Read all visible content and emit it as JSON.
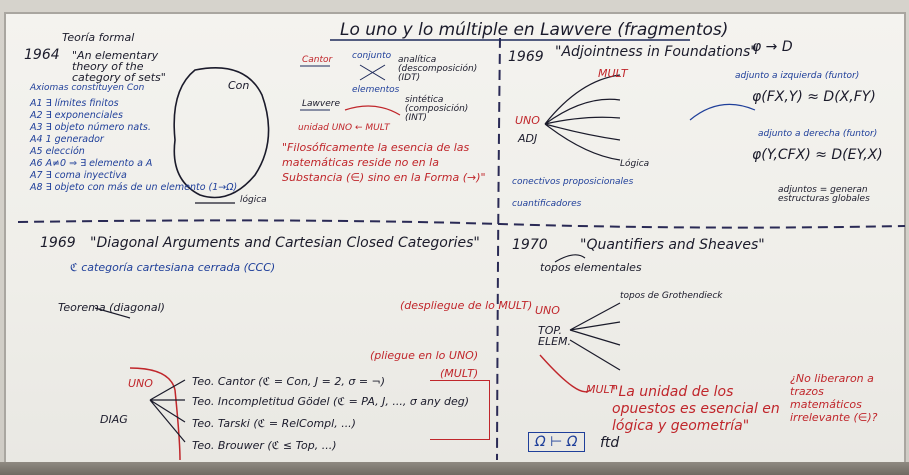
{
  "title": "Lo uno y lo múltiple en Lawvere (fragmentos)",
  "top_left": {
    "year": "1964",
    "paper": "\"An elementary theory of the category of sets\"",
    "corner": "Teoría formal",
    "axioms_header": "Axiomas constituyen Con",
    "axioms": [
      "A1 ∃ límites finitos",
      "A2 ∃ exponenciales",
      "A3 ∃ objeto número nats.",
      "A4 1 generador",
      "A5 elección",
      "A6 A≠0 ⇒ ∃ elemento a A",
      "A7 ∃ coma inyectiva",
      "A8 ∃ objeto con más de un elemento (1→Ω)"
    ],
    "con_label": "Con",
    "logic_label": "lógica",
    "cantor": "Cantor",
    "lawvere": "Lawvere",
    "conjunto": "conjunto",
    "elementos": "elementos",
    "analitica": "analítica (descomposición) (IDT)",
    "sintetica": "sintética (composición) (INT)",
    "unidad": "unidad UNO ← MULT",
    "quote": "\"Filosóficamente la esencia de las matemáticas reside no en la Substancia (∈) sino en la Forma (→)\""
  },
  "top_right": {
    "year": "1969",
    "paper": "\"Adjointness in Foundations\"",
    "formula": "φ → D",
    "left_adjoint": "adjunto a izquierda (funtor)",
    "right_adjoint": "adjunto a derecha (funtor)",
    "formula_l": "φ(FX,Y) ≈ D(X,FY)",
    "formula_r": "φ(Y,CFX) ≈ D(EY,X)",
    "labels": [
      "UNO",
      "ADJ",
      "MULT",
      "Lógica",
      "conectivos proposicionales",
      "cuantificadores"
    ],
    "adjuntos_note": "adjuntos = generan estructuras globales"
  },
  "bottom_left": {
    "year": "1969",
    "paper": "\"Diagonal Arguments and Cartesian Closed Categories\"",
    "ccc": "ℭ categoría cartesiana cerrada (CCC)",
    "teorema": "Teorema (diagonal)",
    "uno": "UNO",
    "diag": "DIAG",
    "mult": "(MULT)",
    "theorems": [
      "Teo. Cantor (ℭ = Con, J = 2, σ = ¬)",
      "Teo. Incompletitud Gödel (ℭ = PA, J, ..., σ any deg)",
      "Teo. Tarski (ℭ = RelCompl, ...)",
      "Teo. Brouwer (ℭ ≤ Top, ...)"
    ]
  },
  "bottom_right": {
    "year": "1970",
    "paper": "\"Quantifiers and Sheaves\"",
    "topos": "topos elementales",
    "grothendieck": "topos de Grothendieck",
    "uno": "UNO",
    "top_elem": "TOP. ELEM.",
    "mult": "MULT",
    "quote": "\"La unidad de los opuestos es esencial en lógica y geometría\"",
    "omega": "Ω ⊢ Ω",
    "td": "ftd",
    "note": "¿No liberaron a trazos matemáticos irrelevante (∈)?"
  }
}
